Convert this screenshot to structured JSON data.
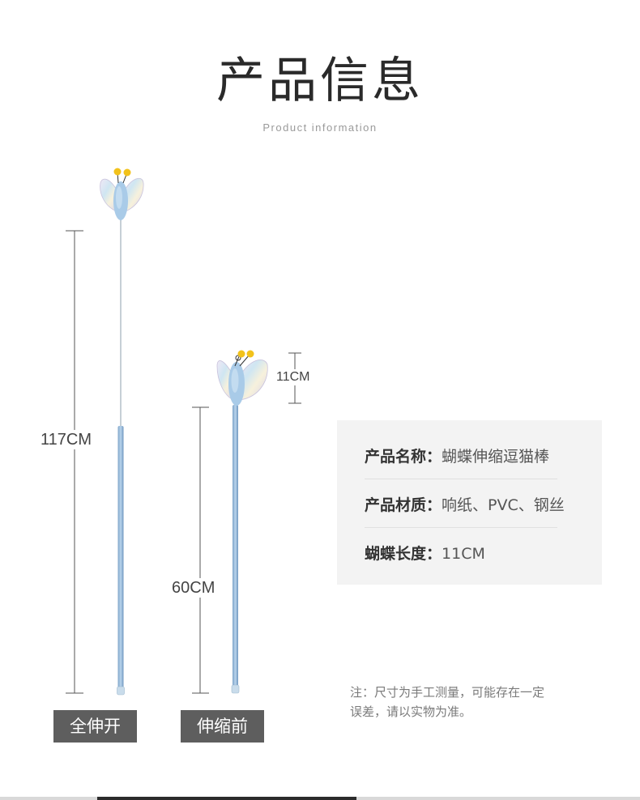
{
  "header": {
    "title": "产品信息",
    "subtitle": "Product information"
  },
  "dimensions": {
    "full_length": "117CM",
    "retracted_length": "60CM",
    "butterfly_size": "11CM"
  },
  "labels": {
    "extended": "全伸开",
    "retracted": "伸缩前"
  },
  "info": {
    "rows": [
      {
        "key": "产品名称：",
        "value": "蝴蝶伸缩逗猫棒"
      },
      {
        "key": "产品材质：",
        "value": "响纸、PVC、钢丝"
      },
      {
        "key": "蝴蝶长度：",
        "value": "11CM"
      }
    ]
  },
  "note": {
    "line1": "注：尺寸为手工测量，可能存在一定",
    "line2": "误差，请以实物为准。"
  },
  "colors": {
    "label_bg": "#5e5e5e",
    "info_bg": "#f3f3f3",
    "rod": "#8fb3d6",
    "butterfly_body": "#a9cbe8",
    "antenna_ball": "#f2c21b"
  }
}
